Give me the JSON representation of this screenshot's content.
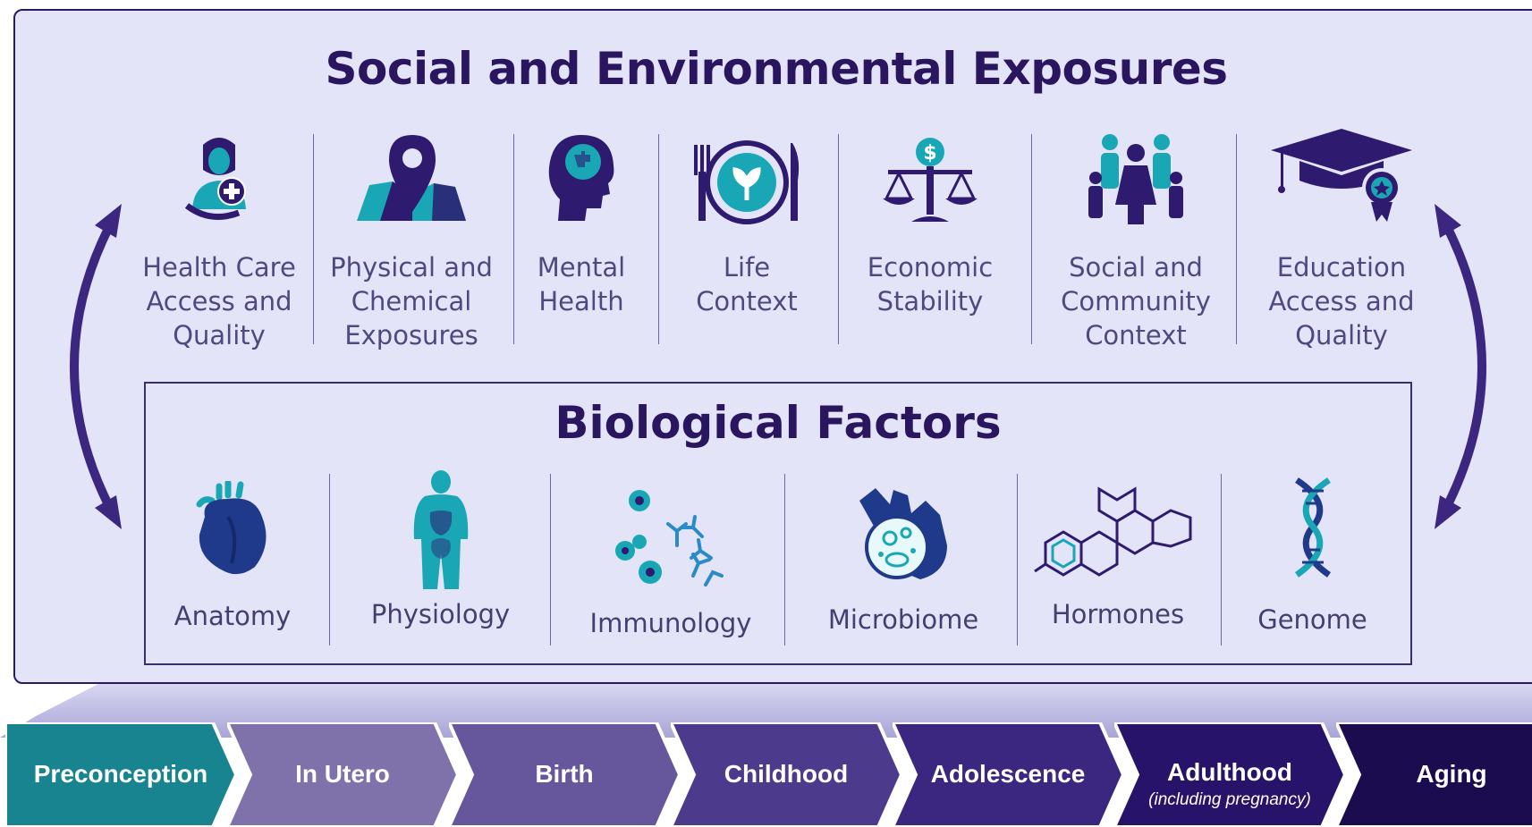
{
  "colors": {
    "panel_bg": "#e4e4f9",
    "title": "#2a155f",
    "teal": "#1aa7b5",
    "navy": "#2e1a6e",
    "arrow": "#3b2680"
  },
  "top_title": "Social and Environmental Exposures",
  "exposures": [
    {
      "icon": "healthcare-icon",
      "label": "Health Care\nAccess and\nQuality"
    },
    {
      "icon": "map-pin-icon",
      "label": "Physical and\nChemical\nExposures"
    },
    {
      "icon": "head-puzzle-icon",
      "label": "Mental\nHealth"
    },
    {
      "icon": "plate-sprout-icon",
      "label": "Life\nContext"
    },
    {
      "icon": "scale-dollar-icon",
      "label": "Economic\nStability"
    },
    {
      "icon": "community-people-icon",
      "label": "Social and\nCommunity\nContext"
    },
    {
      "icon": "graduation-cap-icon",
      "label": "Education\nAccess and\nQuality"
    }
  ],
  "bio_title": "Biological Factors",
  "bio_factors": [
    {
      "icon": "heart-icon",
      "label": "Anatomy"
    },
    {
      "icon": "body-organs-icon",
      "label": "Physiology"
    },
    {
      "icon": "antibody-cells-icon",
      "label": "Immunology"
    },
    {
      "icon": "hand-microbe-icon",
      "label": "Microbiome"
    },
    {
      "icon": "steroid-molecule-icon",
      "label": "Hormones"
    },
    {
      "icon": "dna-icon",
      "label": "Genome"
    }
  ],
  "life_stages": [
    {
      "label": "Preconception",
      "sub": "",
      "color": "#17848f"
    },
    {
      "label": "In Utero",
      "sub": "",
      "color": "#7f71a9"
    },
    {
      "label": "Birth",
      "sub": "",
      "color": "#66569c"
    },
    {
      "label": "Childhood",
      "sub": "",
      "color": "#4c3b8c"
    },
    {
      "label": "Adolescence",
      "sub": "",
      "color": "#3b2680"
    },
    {
      "label": "Adulthood",
      "sub": "(including pregnancy)",
      "color": "#28136a"
    },
    {
      "label": "Aging",
      "sub": "",
      "color": "#1a0c4e"
    }
  ]
}
